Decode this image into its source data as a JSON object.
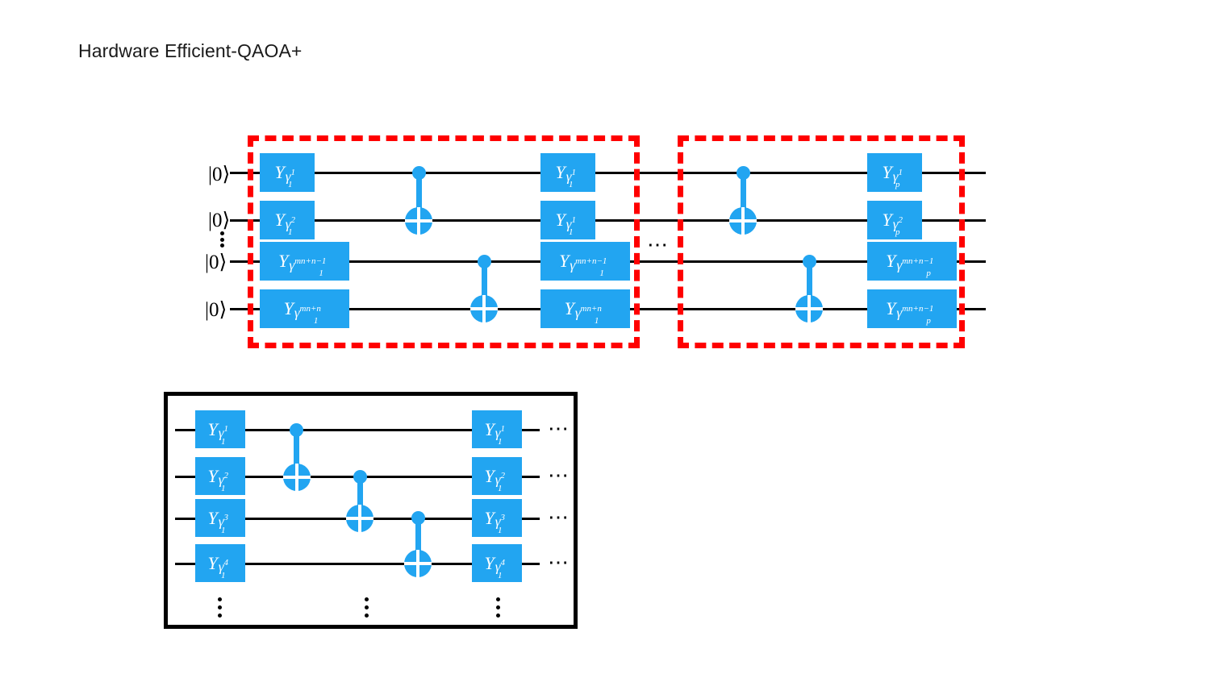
{
  "title": "Hardware Efficient-QAOA+",
  "colors": {
    "gate_blue": "#22A5F1",
    "layer_box_red": "#FF0000",
    "wire_black": "#000000",
    "inset_border": "#000000",
    "gate_text": "#FFFFFF"
  },
  "main_circuit": {
    "qubit_labels": [
      "|0⟩",
      "|0⟩",
      "|0⟩",
      "|0⟩"
    ],
    "qubit_ellipsis": "⋮",
    "between_layers_ellipsis": "⋯",
    "layers": [
      {
        "name": "layer-1",
        "gate_columns": [
          {
            "name": "rotation-column-1",
            "gates": [
              {
                "symbol": "Y",
                "param": "γ",
                "sub": "1",
                "sup": "1"
              },
              {
                "symbol": "Y",
                "param": "γ",
                "sub": "1",
                "sup": "2"
              },
              {
                "symbol": "Y",
                "param": "γ",
                "sub": "1",
                "sup": "mn+n−1"
              },
              {
                "symbol": "Y",
                "param": "γ",
                "sub": "1",
                "sup": "mn+n"
              }
            ]
          },
          {
            "name": "rotation-column-2",
            "gates": [
              {
                "symbol": "Y",
                "param": "γ",
                "sub": "1",
                "sup": "1"
              },
              {
                "symbol": "Y",
                "param": "γ",
                "sub": "1",
                "sup": "1"
              },
              {
                "symbol": "Y",
                "param": "γ",
                "sub": "1",
                "sup": "mn+n−1"
              },
              {
                "symbol": "Y",
                "param": "γ",
                "sub": "1",
                "sup": "mn+n"
              }
            ]
          }
        ],
        "cnots": [
          {
            "name": "cnot-q1-q2",
            "control_wire": 1,
            "target_wire": 2
          },
          {
            "name": "cnot-q3-q4",
            "control_wire": 3,
            "target_wire": 4
          }
        ]
      },
      {
        "name": "layer-p",
        "gate_columns": [
          {
            "name": "rotation-column-p",
            "gates": [
              {
                "symbol": "Y",
                "param": "γ",
                "sub": "p",
                "sup": "1"
              },
              {
                "symbol": "Y",
                "param": "γ",
                "sub": "p",
                "sup": "2"
              },
              {
                "symbol": "Y",
                "param": "γ",
                "sub": "p",
                "sup": "mn+n−1"
              },
              {
                "symbol": "Y",
                "param": "γ",
                "sub": "p",
                "sup": "mn+n−1"
              }
            ]
          }
        ],
        "cnots": [
          {
            "name": "cnot-q1-q2",
            "control_wire": 1,
            "target_wire": 2
          },
          {
            "name": "cnot-q3-q4",
            "control_wire": 3,
            "target_wire": 4
          }
        ]
      }
    ]
  },
  "inset_circuit": {
    "name": "entangler-detail",
    "wire_count": 4,
    "column_ellipsis": "⋯",
    "bottom_ellipsis": "⋮",
    "gate_columns": [
      {
        "name": "inset-rotation-column-1",
        "gates": [
          {
            "symbol": "Y",
            "param": "γ",
            "sub": "1",
            "sup": "1"
          },
          {
            "symbol": "Y",
            "param": "γ",
            "sub": "1",
            "sup": "2"
          },
          {
            "symbol": "Y",
            "param": "γ",
            "sub": "1",
            "sup": "3"
          },
          {
            "symbol": "Y",
            "param": "γ",
            "sub": "1",
            "sup": "4"
          }
        ]
      },
      {
        "name": "inset-rotation-column-2",
        "gates": [
          {
            "symbol": "Y",
            "param": "γ",
            "sub": "1",
            "sup": "1"
          },
          {
            "symbol": "Y",
            "param": "γ",
            "sub": "1",
            "sup": "2"
          },
          {
            "symbol": "Y",
            "param": "γ",
            "sub": "1",
            "sup": "3"
          },
          {
            "symbol": "Y",
            "param": "γ",
            "sub": "1",
            "sup": "4"
          }
        ]
      }
    ],
    "cnots": [
      {
        "name": "cnot-q1-q2",
        "control_wire": 1,
        "target_wire": 2
      },
      {
        "name": "cnot-q2-q3",
        "control_wire": 2,
        "target_wire": 3
      },
      {
        "name": "cnot-q3-q4",
        "control_wire": 3,
        "target_wire": 4
      }
    ],
    "row_ellipses": [
      "⋯",
      "⋯",
      "⋯",
      "⋯"
    ]
  }
}
